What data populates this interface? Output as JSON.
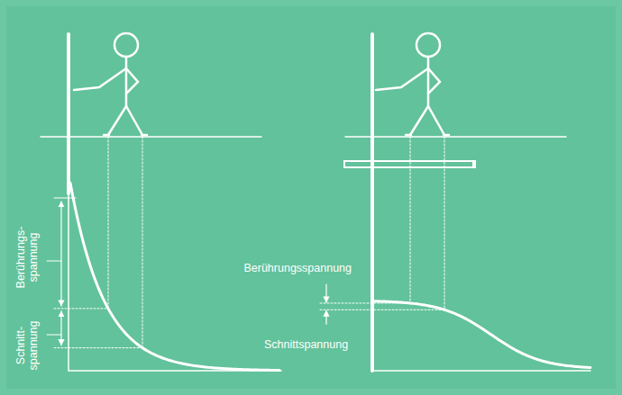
{
  "diagram": {
    "labels": [
      "Berührungs- spannung",
      "Schnitt- spannung",
      "Berührungsspannung",
      "Schnittspannung"
    ]
  }
}
